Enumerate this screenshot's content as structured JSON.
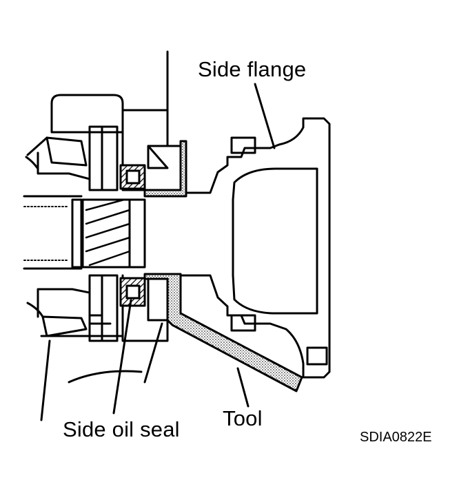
{
  "diagram": {
    "labels": {
      "side_flange": "Side flange",
      "side_oil_seal": "Side oil seal",
      "tool": "Tool"
    },
    "figure_code": "SDIA0822E"
  },
  "colors": {
    "ink": "#000000",
    "paper": "#ffffff"
  }
}
